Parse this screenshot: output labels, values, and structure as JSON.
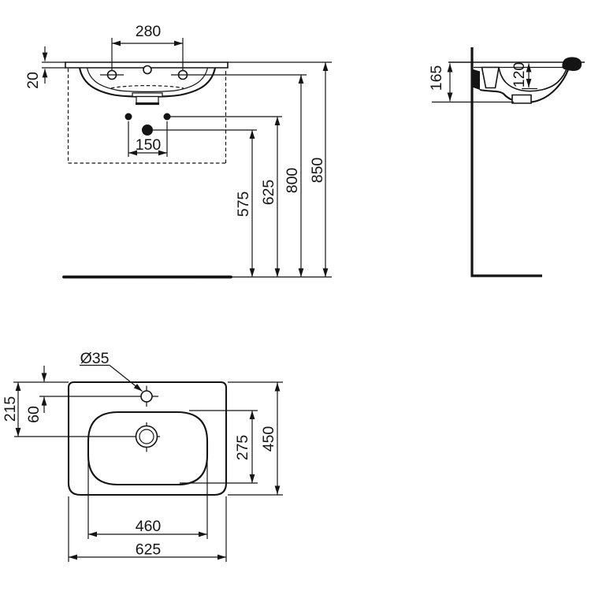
{
  "drawing_type": "washbasin technical dimension drawing",
  "units": "mm",
  "colors": {
    "line": "#141414",
    "background": "#ffffff"
  },
  "labels": {
    "front": {
      "tap_hole_centres": "280",
      "edge_thickness": "20",
      "connection_centres": "150",
      "waste_height": "575",
      "supply_height": "625",
      "fixing_hole_height": "800",
      "rim_height": "850"
    },
    "side": {
      "front_height": "165",
      "basin_depth": "120"
    },
    "plan": {
      "tap_hole_diameter": "Ø35",
      "waste_from_back": "215",
      "tap_hole_from_back": "60",
      "bowl_depth": "275",
      "overall_depth": "450",
      "bowl_width": "460",
      "overall_width": "625"
    }
  }
}
